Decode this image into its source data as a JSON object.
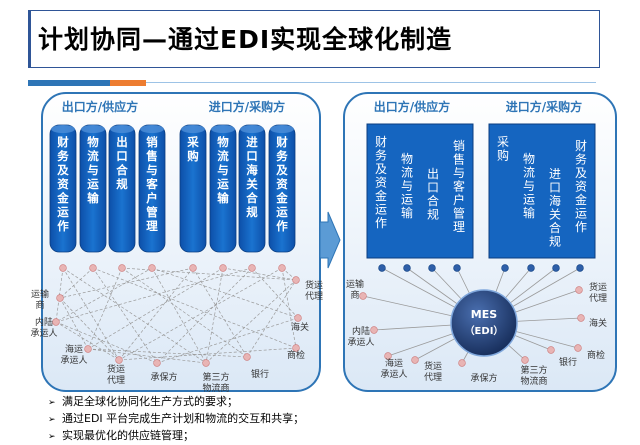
{
  "title": "计划协同—通过EDI实现全球化制造",
  "left_panel": {
    "export_label": "出口方/供应方",
    "import_label": "进口方/采购方",
    "export_columns": [
      "财务及资金运作",
      "物流与运输",
      "出口合规",
      "销售与客户管理"
    ],
    "import_columns": [
      "采购",
      "物流与运输",
      "进口海关合规",
      "财务及资金运作"
    ],
    "partners": [
      "运输商",
      "内陆承运人",
      "海运承运人",
      "货运代理",
      "承保方",
      "第三方物流商",
      "银行",
      "商检",
      "海关",
      "货运代理"
    ]
  },
  "right_panel": {
    "export_label": "出口方/供应方",
    "import_label": "进口方/采购方",
    "export_columns": [
      "财务及资金运作",
      "物流与运输",
      "出口合规",
      "销售与客户管理"
    ],
    "import_columns": [
      "采购",
      "物流与运输",
      "进口海关合规",
      "财务及资金运作"
    ],
    "hub": [
      "MES",
      "（EDI）"
    ],
    "partners": [
      "运输商",
      "内陆承运人",
      "海运承运人",
      "货运代理",
      "承保方",
      "第三方物流商",
      "银行",
      "商检",
      "海关",
      "货运代理"
    ]
  },
  "bullets": [
    "满足全球化协同化生产方式的要求；",
    "通过EDI 平台完成生产计划和物流的交互和共享；",
    "实现最优化的供应链管理；"
  ],
  "colors": {
    "column_blue": "#1565c0",
    "panel_border": "#2e75b6",
    "label_blue": "#2e75b6",
    "dot": "#e6a0a0",
    "hub": "#1f3b73"
  }
}
